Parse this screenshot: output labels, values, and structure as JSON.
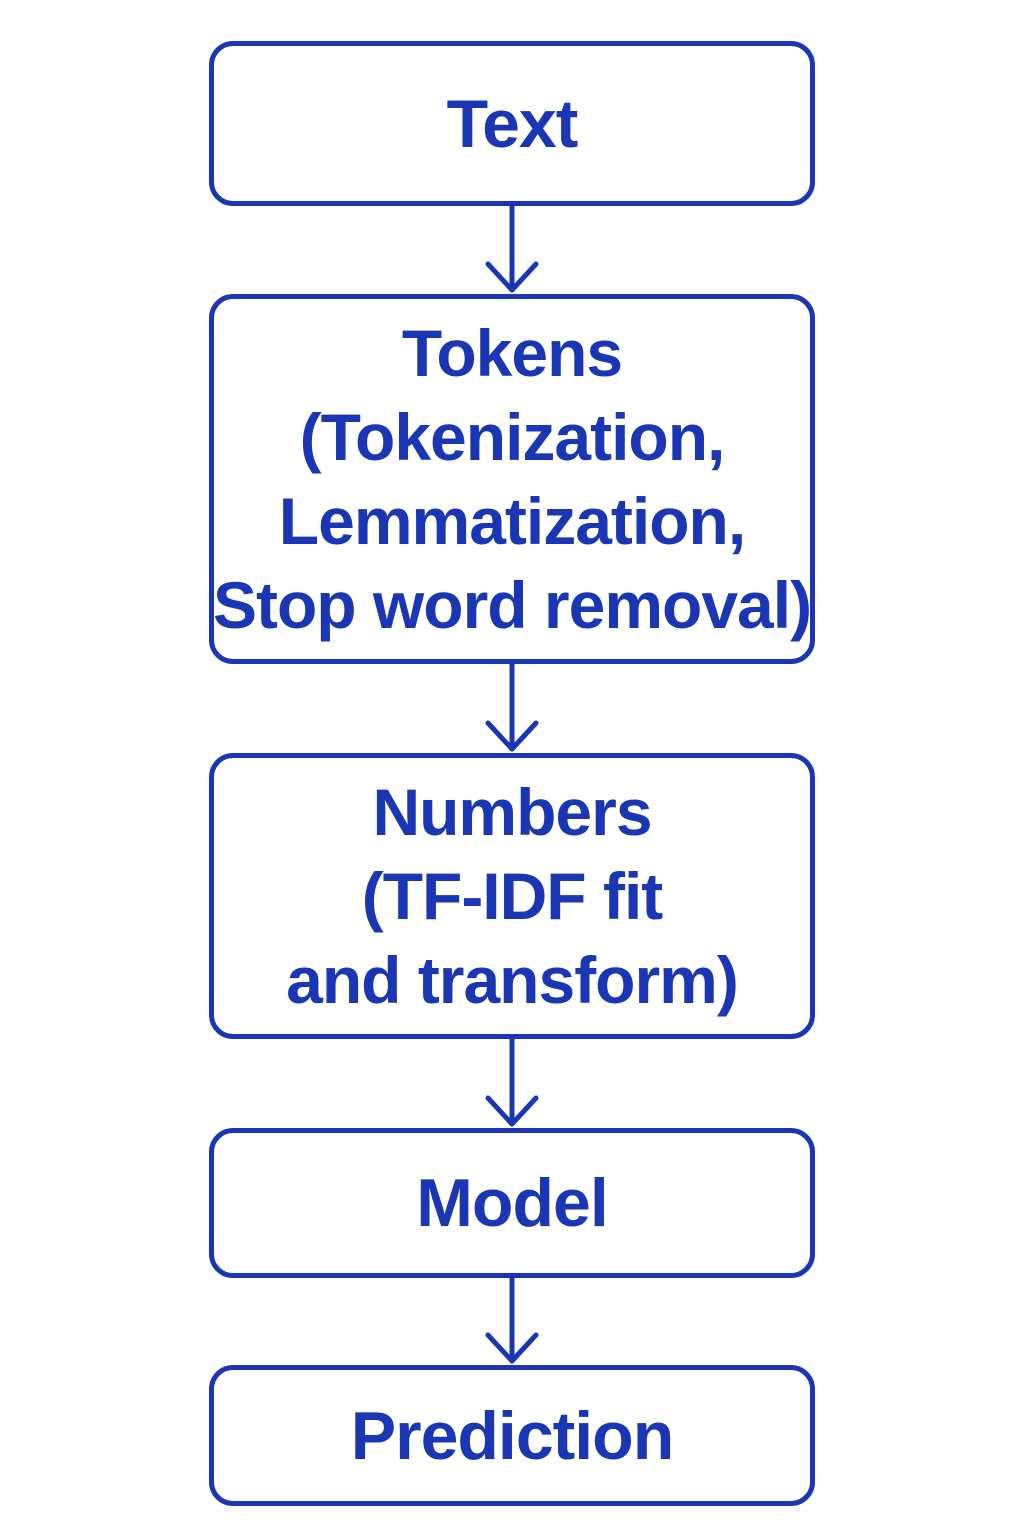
{
  "diagram": {
    "colors": {
      "stroke": "#1a36b4",
      "text": "#1a36b4",
      "background": "#ffffff"
    },
    "nodes": [
      {
        "id": "text",
        "lines": [
          "Text"
        ]
      },
      {
        "id": "tokens",
        "lines": [
          "Tokens",
          "(Tokenization,",
          "Lemmatization,",
          "Stop word removal)"
        ]
      },
      {
        "id": "numbers",
        "lines": [
          "Numbers",
          "(TF-IDF fit",
          "and transform)"
        ]
      },
      {
        "id": "model",
        "lines": [
          "Model"
        ]
      },
      {
        "id": "prediction",
        "lines": [
          "Prediction"
        ]
      }
    ],
    "edges": [
      {
        "from": "text",
        "to": "tokens"
      },
      {
        "from": "tokens",
        "to": "numbers"
      },
      {
        "from": "numbers",
        "to": "model"
      },
      {
        "from": "model",
        "to": "prediction"
      }
    ]
  }
}
